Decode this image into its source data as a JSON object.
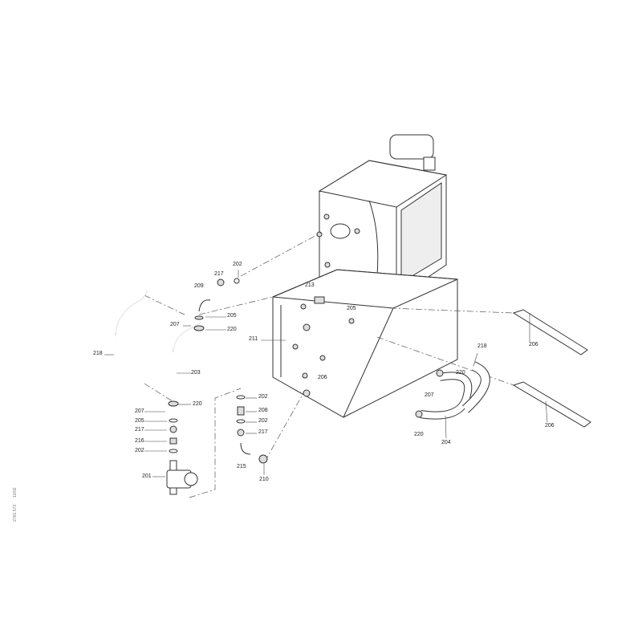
{
  "drawing": {
    "side_code": "Z781 573",
    "side_date": "10/02",
    "labels": [
      {
        "id": "202",
        "text": "202"
      },
      {
        "id": "217",
        "text": "217"
      },
      {
        "id": "209",
        "text": "209"
      },
      {
        "id": "205",
        "text": "205"
      },
      {
        "id": "207",
        "text": "207"
      },
      {
        "id": "220",
        "text": "220"
      },
      {
        "id": "218",
        "text": "218"
      },
      {
        "id": "203",
        "text": "203"
      },
      {
        "id": "220b",
        "text": "220"
      },
      {
        "id": "207b",
        "text": "207"
      },
      {
        "id": "205b",
        "text": "205"
      },
      {
        "id": "217b",
        "text": "217"
      },
      {
        "id": "216",
        "text": "216"
      },
      {
        "id": "202b",
        "text": "202"
      },
      {
        "id": "201",
        "text": "201"
      },
      {
        "id": "213",
        "text": "213"
      },
      {
        "id": "205c",
        "text": "205"
      },
      {
        "id": "211",
        "text": "211"
      },
      {
        "id": "206",
        "text": "206"
      },
      {
        "id": "202c",
        "text": "202"
      },
      {
        "id": "208",
        "text": "208"
      },
      {
        "id": "202d",
        "text": "202"
      },
      {
        "id": "217c",
        "text": "217"
      },
      {
        "id": "215",
        "text": "215"
      },
      {
        "id": "210",
        "text": "210"
      },
      {
        "id": "218b",
        "text": "218"
      },
      {
        "id": "220c",
        "text": "220"
      },
      {
        "id": "207c",
        "text": "207"
      },
      {
        "id": "220d",
        "text": "220"
      },
      {
        "id": "204",
        "text": "204"
      },
      {
        "id": "206b",
        "text": "206"
      },
      {
        "id": "206c",
        "text": "206"
      }
    ]
  }
}
